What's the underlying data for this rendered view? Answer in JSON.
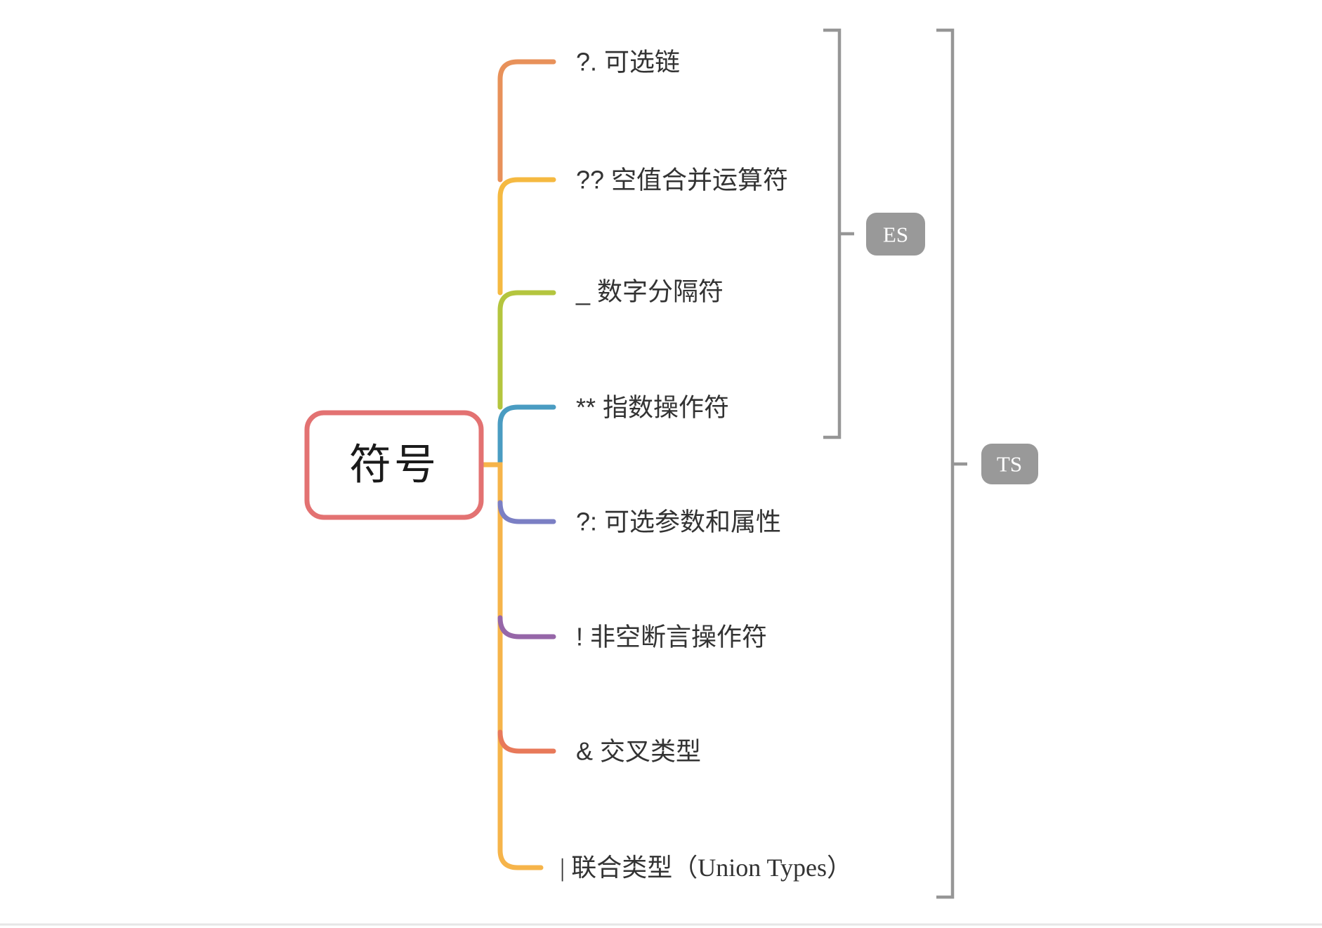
{
  "root": {
    "label": "符号",
    "border_color": "#E37272"
  },
  "trunk_color": "#F6B44A",
  "bracket_color": "#969696",
  "branches": [
    {
      "label": "?. 可选链",
      "color": "#E8915A"
    },
    {
      "label": "?? 空值合并运算符",
      "color": "#F5B941"
    },
    {
      "label": "_ 数字分隔符",
      "color": "#B4C53E"
    },
    {
      "label": "** 指数操作符",
      "color": "#4A9CC2"
    },
    {
      "label": "?: 可选参数和属性",
      "color": "#7B7FC4"
    },
    {
      "label": "! 非空断言操作符",
      "color": "#9666A8"
    },
    {
      "label": "& 交叉类型",
      "color": "#E8795A"
    },
    {
      "label": "| 联合类型（Union Types）",
      "color": "#F6B44A"
    }
  ],
  "groups": [
    {
      "label": "ES",
      "color": "#999999"
    },
    {
      "label": "TS",
      "color": "#999999"
    }
  ]
}
